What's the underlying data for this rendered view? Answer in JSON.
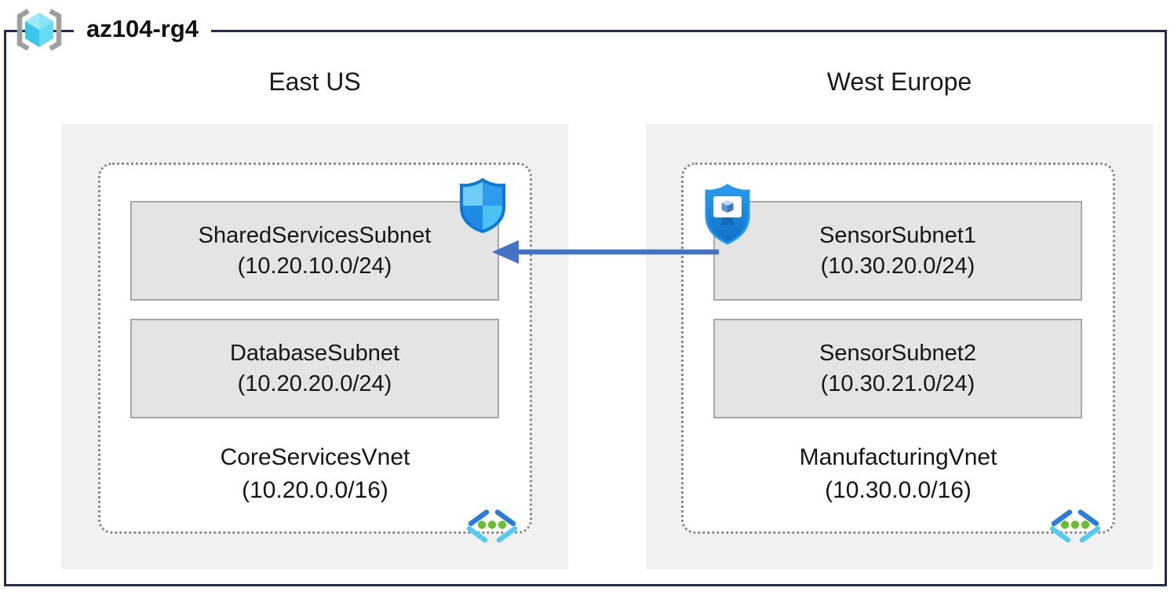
{
  "resource_group": {
    "name": "az104-rg4",
    "icon": "resource-group-icon"
  },
  "regions": [
    {
      "name": "East US",
      "vnet": {
        "name": "CoreServicesVnet",
        "cidr": "(10.20.0.0/16)",
        "icon": "virtual-network-icon",
        "subnets": [
          {
            "name": "SharedServicesSubnet",
            "cidr": "(10.20.10.0/24)"
          },
          {
            "name": "DatabaseSubnet",
            "cidr": "(10.20.20.0/24)"
          }
        ]
      },
      "security_icon": "network-security-group-shield-icon"
    },
    {
      "name": "West Europe",
      "vnet": {
        "name": "ManufacturingVnet",
        "cidr": "(10.30.0.0/16)",
        "icon": "virtual-network-icon",
        "subnets": [
          {
            "name": "SensorSubnet1",
            "cidr": "(10.30.20.0/24)"
          },
          {
            "name": "SensorSubnet2",
            "cidr": "(10.30.21.0/24)"
          }
        ]
      },
      "security_icon": "application-security-group-shield-icon"
    }
  ],
  "connection": {
    "from": "SensorSubnet1",
    "to": "SharedServicesSubnet",
    "direction": "right-to-left",
    "color": "#4472c4"
  },
  "colors": {
    "frame_border": "#1f2d4d",
    "region_background": "#f1f1f1",
    "subnet_background": "#e4e4e4",
    "subnet_border": "#a8a8a8",
    "vnet_dotted_border": "#8b8b8b",
    "arrow": "#4472c4",
    "vnet_icon_green": "#6abf2e",
    "shield_blue": "#1e8ce6",
    "cube_cyan": "#38c6ea"
  }
}
